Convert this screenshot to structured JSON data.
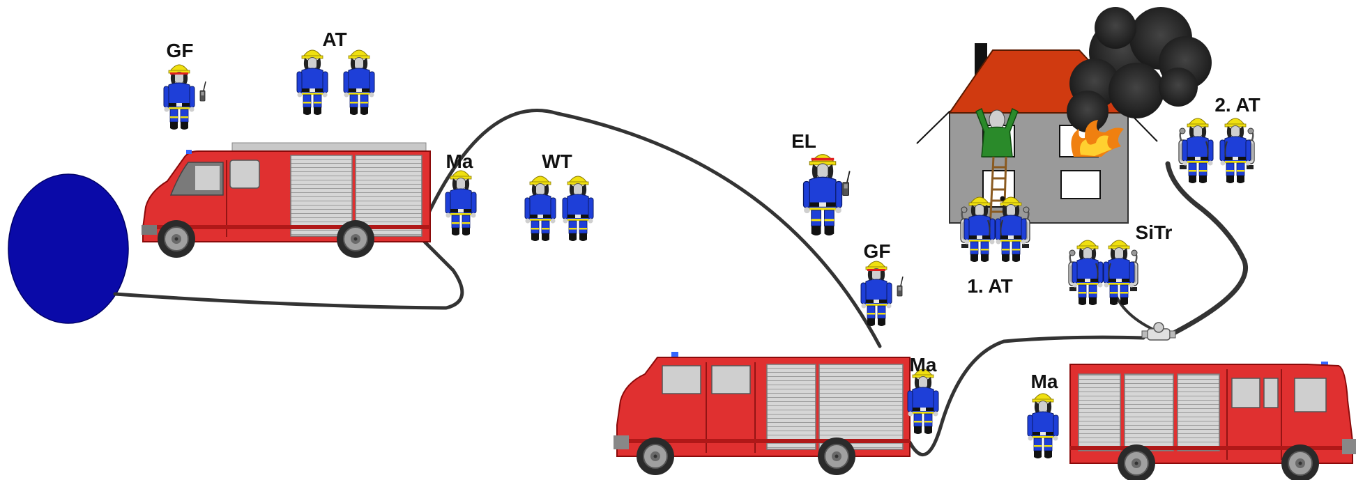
{
  "labels": {
    "gf_top": "GF",
    "at_top": "AT",
    "ma_first": "Ma",
    "wt": "WT",
    "el": "EL",
    "gf_mid": "GF",
    "ma_mid": "Ma",
    "ma_right": "Ma",
    "at1": "1. AT",
    "at2": "2. AT",
    "sitr": "SiTr"
  },
  "colors": {
    "truck_red": "#e03030",
    "truck_dark": "#b01818",
    "helmet": "#f0e010",
    "uniform": "#1e3fd8",
    "water": "#0a0aa8",
    "hose": "#333333",
    "roof": "#d03a10",
    "wall": "#9a9a9a",
    "smoke": "#262626",
    "fire": "#f08010"
  }
}
